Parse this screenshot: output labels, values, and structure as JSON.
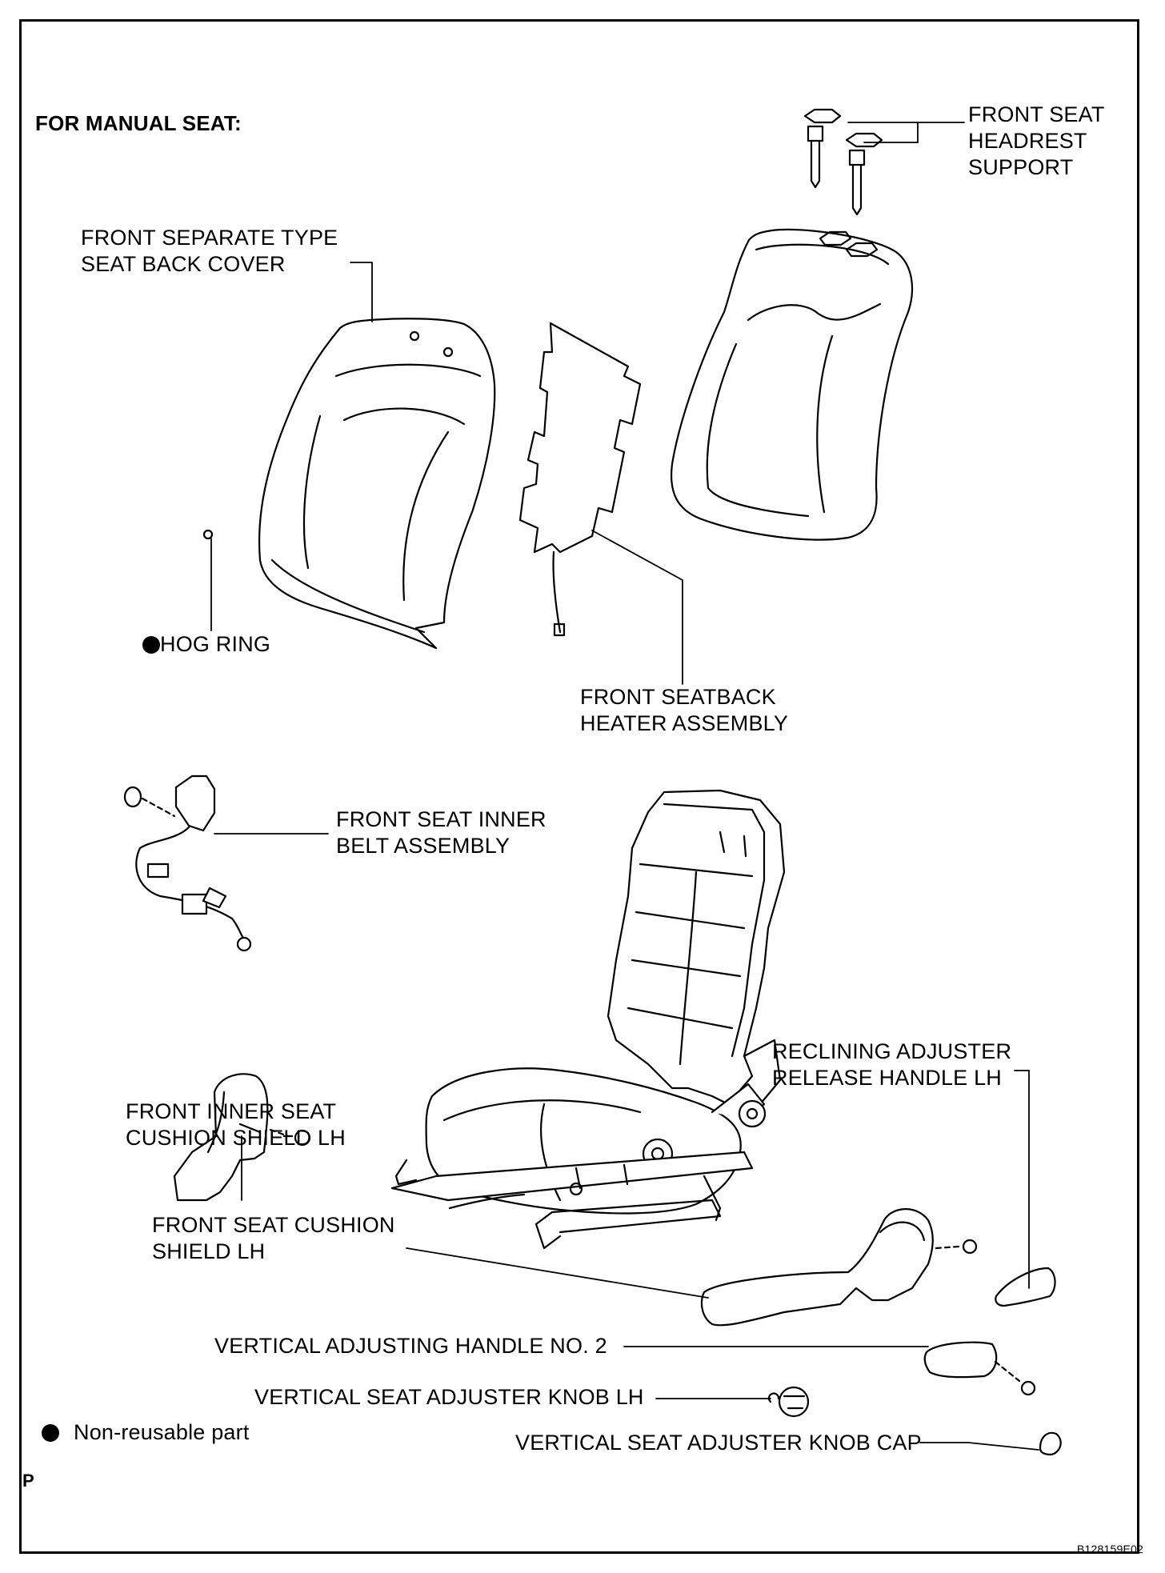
{
  "heading": "FOR MANUAL SEAT:",
  "labels": {
    "headrest_support": "FRONT SEAT\nHEADREST\nSUPPORT",
    "seat_back_cover": "FRONT SEPARATE TYPE\nSEAT BACK COVER",
    "hog_ring": "HOG RING",
    "seatback_heater": "FRONT SEATBACK\nHEATER ASSEMBLY",
    "inner_belt": "FRONT SEAT INNER\nBELT ASSEMBLY",
    "inner_cushion_shield": "FRONT INNER SEAT\nCUSHION SHIELD LH",
    "reclining_handle": "RECLINING ADJUSTER\nRELEASE HANDLE LH",
    "cushion_shield": "FRONT SEAT CUSHION\nSHIELD LH",
    "vertical_handle_no2": "VERTICAL ADJUSTING HANDLE NO. 2",
    "adjuster_knob": "VERTICAL SEAT ADJUSTER KNOB LH",
    "adjuster_knob_cap": "VERTICAL SEAT ADJUSTER KNOB CAP"
  },
  "legend": {
    "non_reusable": "Non-reusable part"
  },
  "corner_mark": "P",
  "figure_code": "B128159E02"
}
